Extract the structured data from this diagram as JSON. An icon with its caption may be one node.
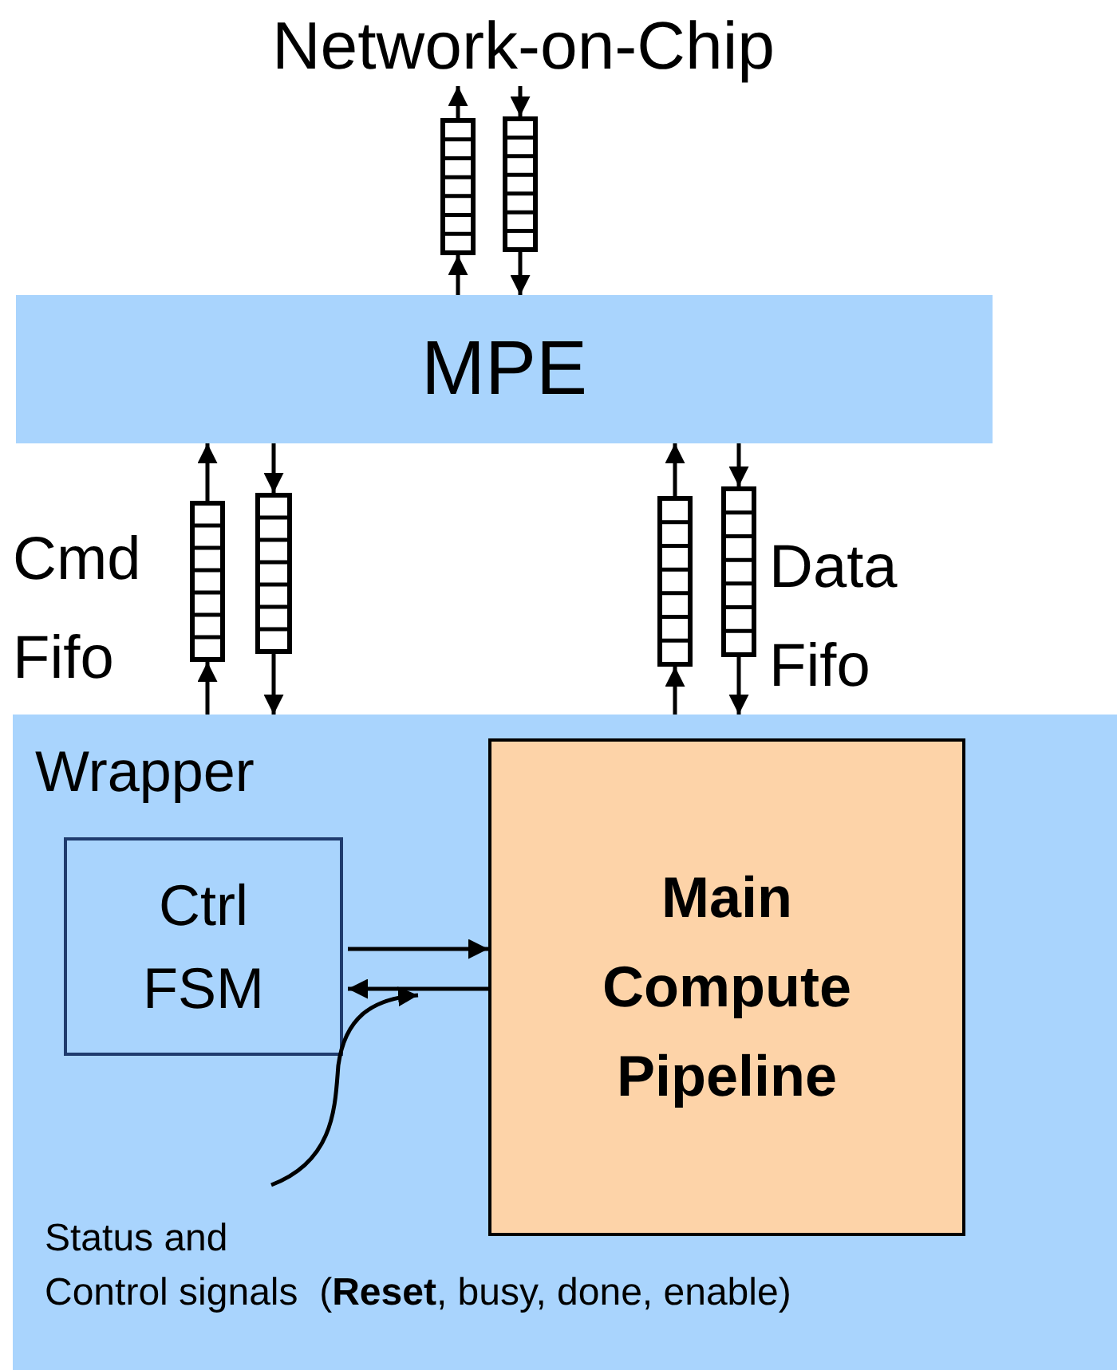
{
  "diagram": {
    "nodes": [
      {
        "text": [
          "Network-on-Chip"
        ]
      },
      {
        "text": [
          "MPE"
        ]
      },
      {
        "text": [],
        "shape": "box"
      },
      {
        "text": [],
        "shape": "box"
      },
      {
        "text": [],
        "shape": "box"
      },
      {
        "text": [],
        "shape": "box"
      },
      {
        "text": [],
        "shape": "box"
      },
      {
        "text": [],
        "shape": "box"
      },
      {
        "text": [
          "Wrapper"
        ]
      },
      {
        "text": [
          "Ctrl FSM"
        ],
        "in": 8
      },
      {
        "text": [
          "Main Compute Pipeline"
        ],
        "in": 8
      },
      {
        "text": [
          "Status and",
          "Control signals  (**Reset**, busy, done, enable)"
        ],
        "in": 8
      }
    ],
    "edges": [
      {
        "from": 2,
        "to": 0,
        "arrow": "to"
      },
      {
        "from": 1,
        "to": 2,
        "arrow": "to"
      },
      {
        "from": 0,
        "to": 3,
        "arrow": "to"
      },
      {
        "from": 3,
        "to": 1,
        "arrow": "to"
      },
      {
        "from": 8,
        "to": 4,
        "arrow": "to"
      },
      {
        "from": 4,
        "to": 1,
        "arrow": "to"
      },
      {
        "from": 1,
        "to": 5,
        "arrow": "to"
      },
      {
        "from": 5,
        "to": 8,
        "arrow": "to"
      },
      {
        "from": 8,
        "to": 6,
        "arrow": "to"
      },
      {
        "from": 6,
        "to": 1,
        "arrow": "to"
      },
      {
        "from": 1,
        "to": 7,
        "arrow": "to"
      },
      {
        "from": 7,
        "to": 8,
        "arrow": "to"
      },
      {
        "from": 9,
        "to": 10,
        "arrow": "to"
      },
      {
        "from": 10,
        "to": 9,
        "arrow": "to"
      },
      {
        "from": 11,
        "to": null,
        "arrow": "to"
      }
    ],
    "labels": [
      "Cmd Fifo",
      "Data Fifo"
    ]
  }
}
